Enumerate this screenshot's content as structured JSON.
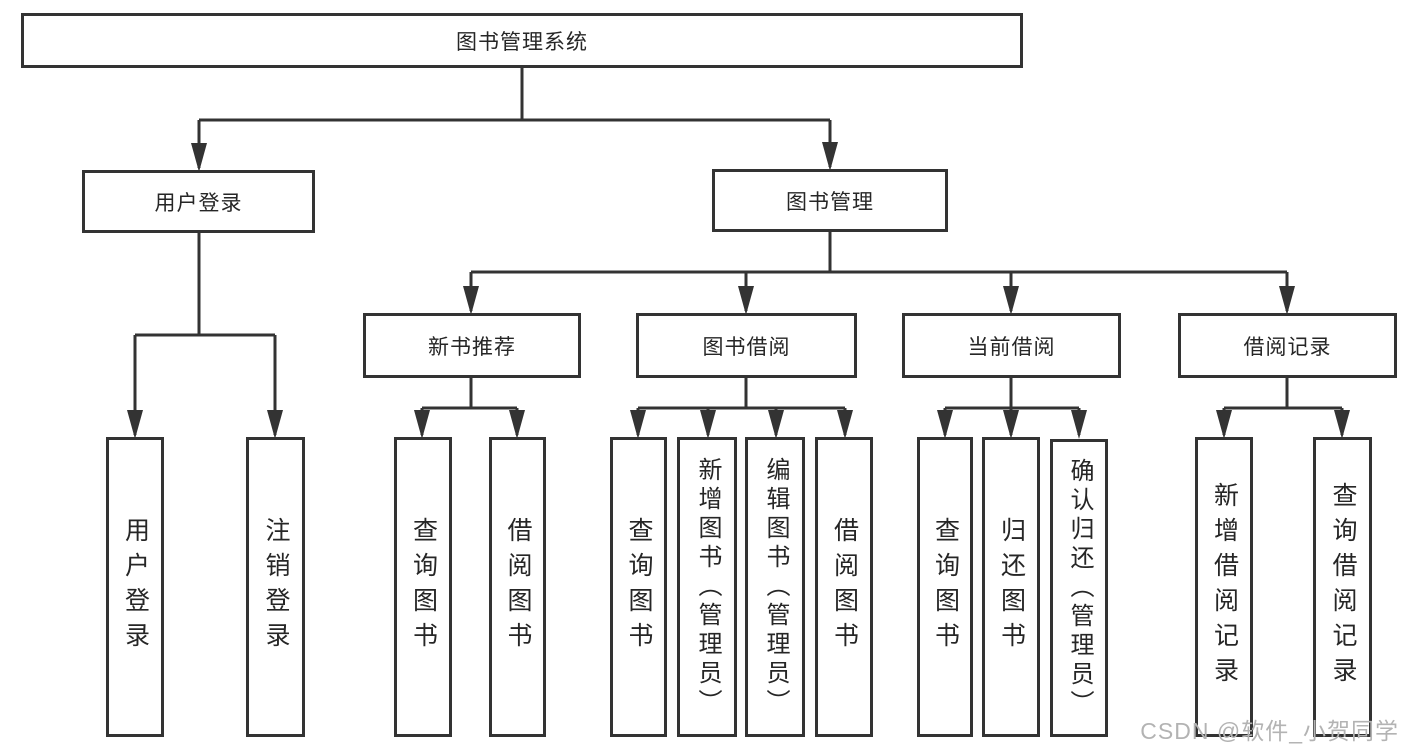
{
  "diagram": {
    "root": {
      "label": "图书管理系统"
    },
    "branches": [
      {
        "label": "用户登录",
        "children": [
          {
            "label": "用户登录"
          },
          {
            "label": "注销登录"
          }
        ]
      },
      {
        "label": "图书管理",
        "children": [
          {
            "label": "新书推荐",
            "children": [
              {
                "label": "查询图书"
              },
              {
                "label": "借阅图书"
              }
            ]
          },
          {
            "label": "图书借阅",
            "children": [
              {
                "label": "查询图书"
              },
              {
                "label": "新增图书（管理员）"
              },
              {
                "label": "编辑图书（管理员）"
              },
              {
                "label": "借阅图书"
              }
            ]
          },
          {
            "label": "当前借阅",
            "children": [
              {
                "label": "查询图书"
              },
              {
                "label": "归还图书"
              },
              {
                "label": "确认归还（管理员）"
              }
            ]
          },
          {
            "label": "借阅记录",
            "children": [
              {
                "label": "新增借阅记录"
              },
              {
                "label": "查询借阅记录"
              }
            ]
          }
        ]
      }
    ]
  },
  "watermark": {
    "text": "CSDN @软件_小贺同学",
    "color": "#b3b3b3"
  },
  "colors": {
    "line": "#333333",
    "border": "#333333",
    "background": "#ffffff",
    "text": "#262626"
  }
}
